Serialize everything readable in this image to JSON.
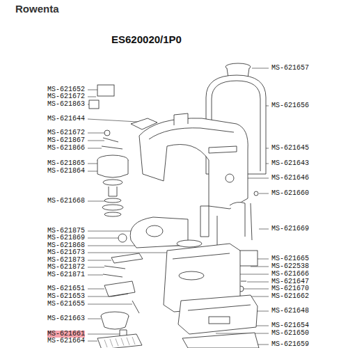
{
  "diagram": {
    "title": "ES620020/1P0",
    "labels": [
      "Rowenta",
      "MS-621657",
      "MS-621652",
      "MS-621672",
      "MS-621863",
      "MS-621656",
      "MS-621644",
      "MS-621672",
      "MS-621867",
      "MS-621866",
      "MS-621645",
      "MS-621865",
      "MS-621643",
      "MS-621864",
      "MS-621646",
      "MS-621660",
      "MS-621668",
      "MS-621875",
      "MS-621669",
      "MS-621869",
      "MS-621868",
      "MS-621673",
      "MS-621873",
      "MS-621665",
      "MS-622538",
      "MS-621872",
      "MS-621666",
      "MS-621871",
      "MS-621647",
      "MS-621651",
      "MS-621670",
      "MS-621653",
      "MS-621662",
      "MS-621655",
      "MS-621648",
      "MS-621663",
      "MS-621654",
      "MS-621661",
      "MS-621650",
      "MS-621664",
      "MS-621659"
    ]
  }
}
